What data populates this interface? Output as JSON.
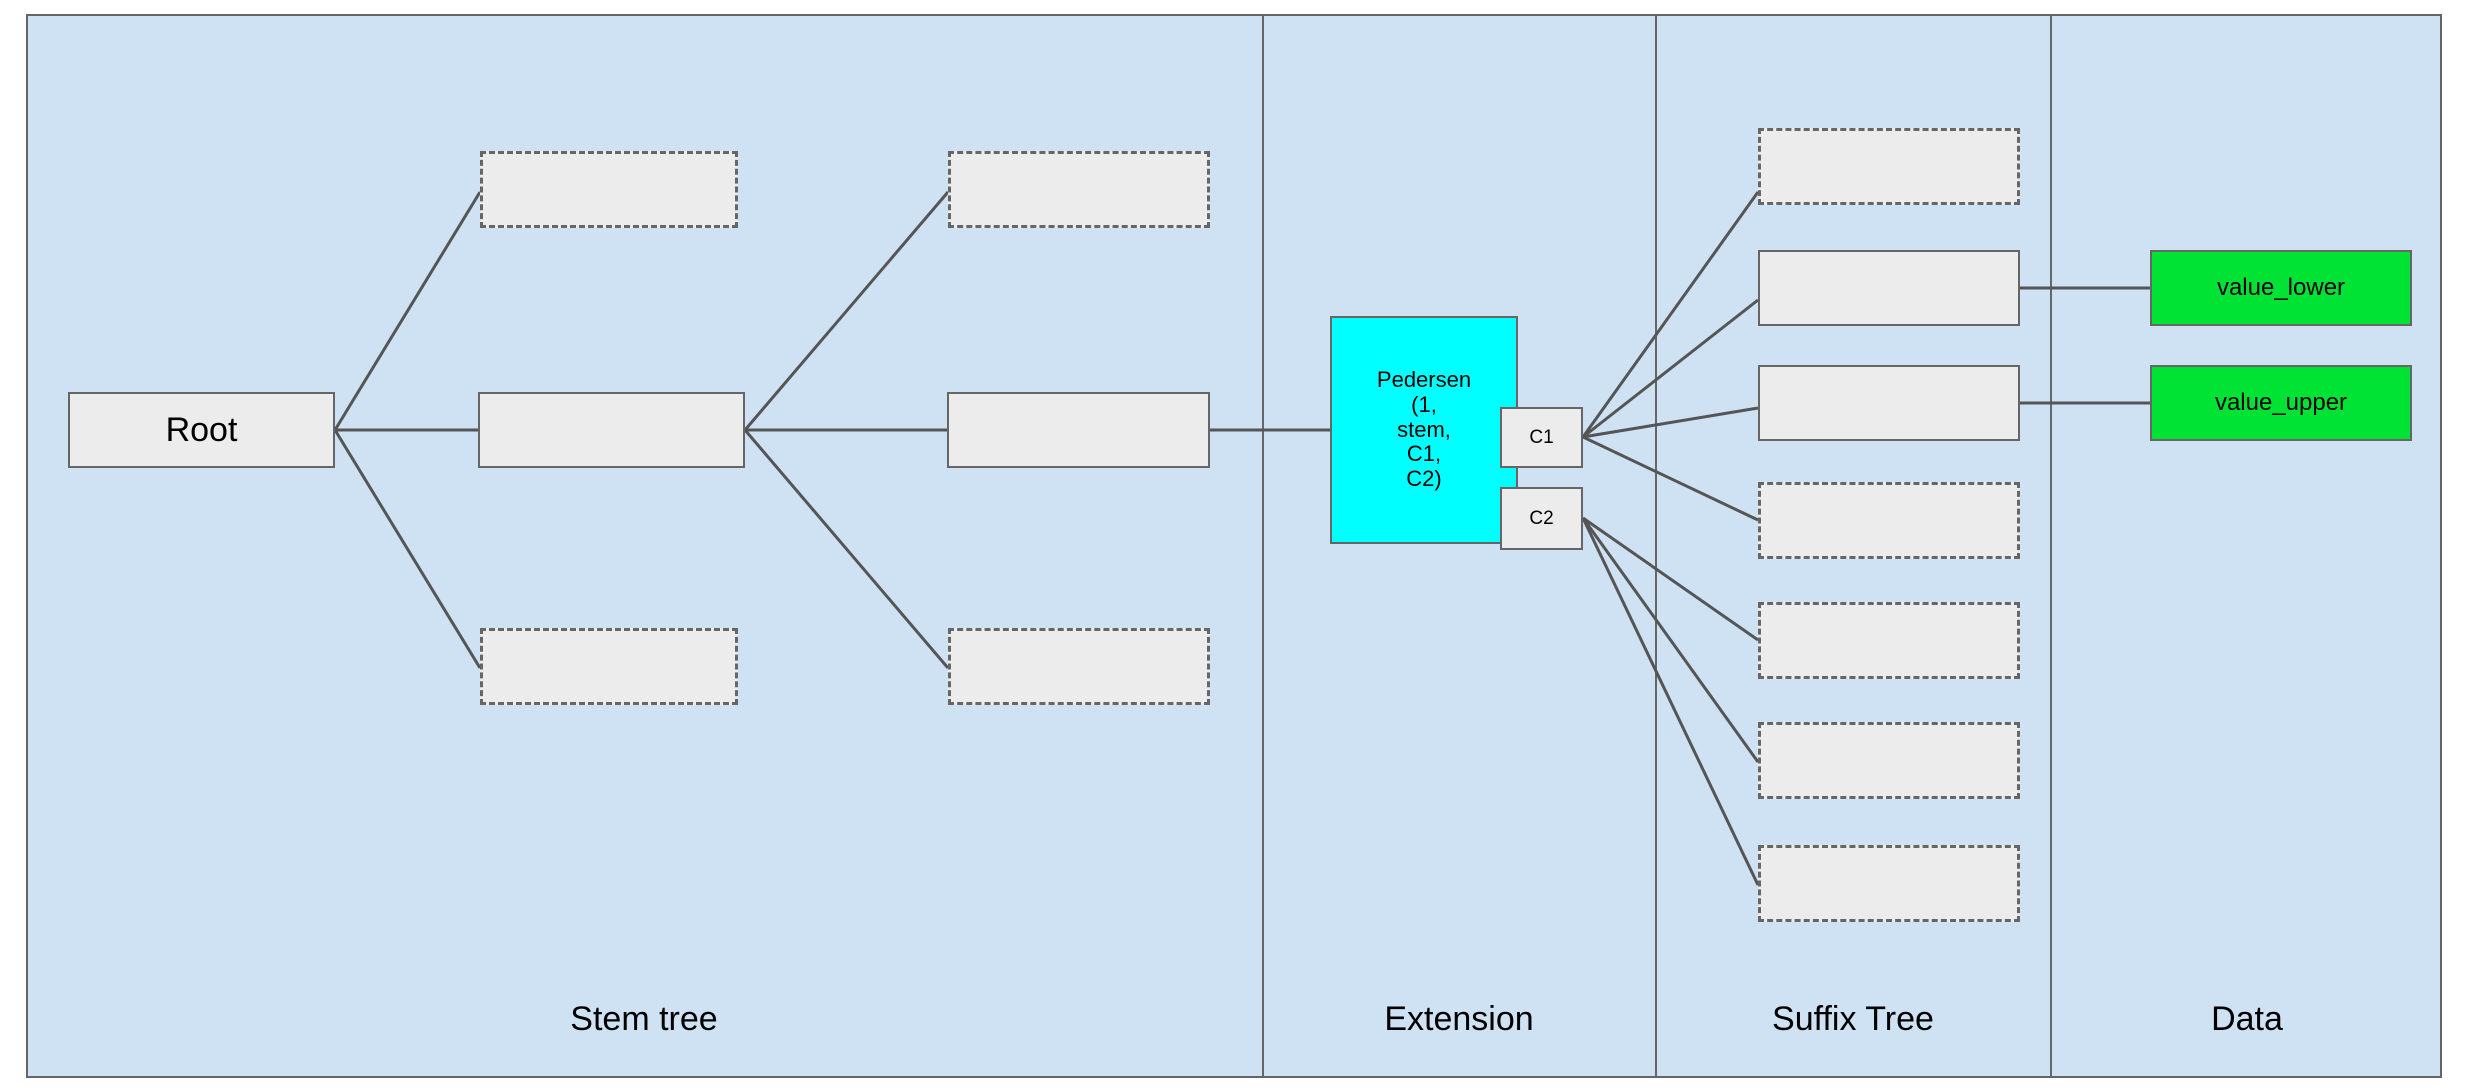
{
  "diagram": {
    "title": "Stem tree / Extension / Suffix Tree / Data structure diagram",
    "background_color": "#cfe2f3",
    "node_fill": "#ececec",
    "node_stroke": "#666666",
    "highlight_color": "#00ffff",
    "data_color": "#00e335",
    "panels": [
      {
        "key": "stem_tree",
        "label": "Stem tree"
      },
      {
        "key": "extension",
        "label": "Extension"
      },
      {
        "key": "suffix_tree",
        "label": "Suffix Tree"
      },
      {
        "key": "data",
        "label": "Data"
      }
    ],
    "stem_tree": {
      "root": {
        "label": "Root"
      },
      "nodes": [
        {
          "id": "stem-upper-1",
          "label": "",
          "style": "dashed"
        },
        {
          "id": "stem-mid-1",
          "label": "",
          "style": "solid"
        },
        {
          "id": "stem-lower-1",
          "label": "",
          "style": "dashed"
        },
        {
          "id": "stem-upper-2",
          "label": "",
          "style": "dashed"
        },
        {
          "id": "stem-mid-2",
          "label": "",
          "style": "solid"
        },
        {
          "id": "stem-lower-2",
          "label": "",
          "style": "dashed"
        }
      ]
    },
    "extension": {
      "pedersen": {
        "lines": [
          "Pedersen",
          "(1,",
          "stem,",
          "C1,",
          "C2)"
        ],
        "fill": "#00ffff"
      },
      "commitments": [
        {
          "id": "c1",
          "label": "C1"
        },
        {
          "id": "c2",
          "label": "C2"
        }
      ]
    },
    "suffix_tree": {
      "nodes": [
        {
          "id": "suffix-1",
          "label": "",
          "style": "dashed",
          "parent": "c1"
        },
        {
          "id": "suffix-2",
          "label": "",
          "style": "solid",
          "parent": "c1"
        },
        {
          "id": "suffix-3",
          "label": "",
          "style": "solid",
          "parent": "c1"
        },
        {
          "id": "suffix-4",
          "label": "",
          "style": "dashed",
          "parent": "c1"
        },
        {
          "id": "suffix-5",
          "label": "",
          "style": "dashed",
          "parent": "c2"
        },
        {
          "id": "suffix-6",
          "label": "",
          "style": "dashed",
          "parent": "c2"
        },
        {
          "id": "suffix-7",
          "label": "",
          "style": "dashed",
          "parent": "c2"
        }
      ]
    },
    "data": {
      "values": [
        {
          "id": "value-lower",
          "label": "value_lower",
          "source": "suffix-2"
        },
        {
          "id": "value-upper",
          "label": "value_upper",
          "source": "suffix-3"
        }
      ]
    }
  }
}
